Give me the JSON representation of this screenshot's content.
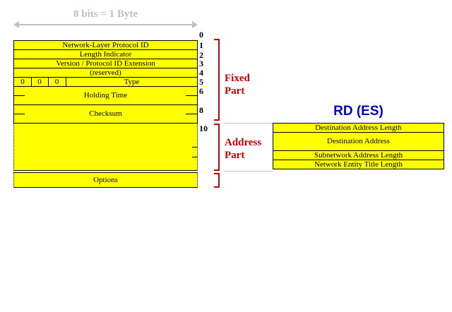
{
  "header": {
    "bits_label": "8 bits = 1 Byte"
  },
  "pdu": {
    "fields": {
      "network_layer_protocol_id": "Network-Layer Protocol ID",
      "length_indicator": "Length Indicator",
      "version": "Version / Protocol ID Extension",
      "reserved": "(reserved)",
      "type_bits": [
        "0",
        "0",
        "0"
      ],
      "type": "Type",
      "holding_time": "Holding Time",
      "checksum": "Checksum",
      "options": "Options"
    },
    "offsets": [
      "0",
      "1",
      "2",
      "3",
      "4",
      "5",
      "6",
      "8",
      "10"
    ]
  },
  "labels": {
    "fixed_part_line1": "Fixed",
    "fixed_part_line2": "Part",
    "address_part_line1": "Address",
    "address_part_line2": "Part"
  },
  "rd": {
    "title": "RD (ES)",
    "fields": [
      "Destination Address Length",
      "Destination Address",
      "Subnetwork Address Length",
      "Network Entity Title Length"
    ]
  },
  "colors": {
    "field_fill": "#ffff00",
    "bracket": "#cc0000",
    "title": "#0000cc",
    "header_text": "#c0c0c0"
  }
}
